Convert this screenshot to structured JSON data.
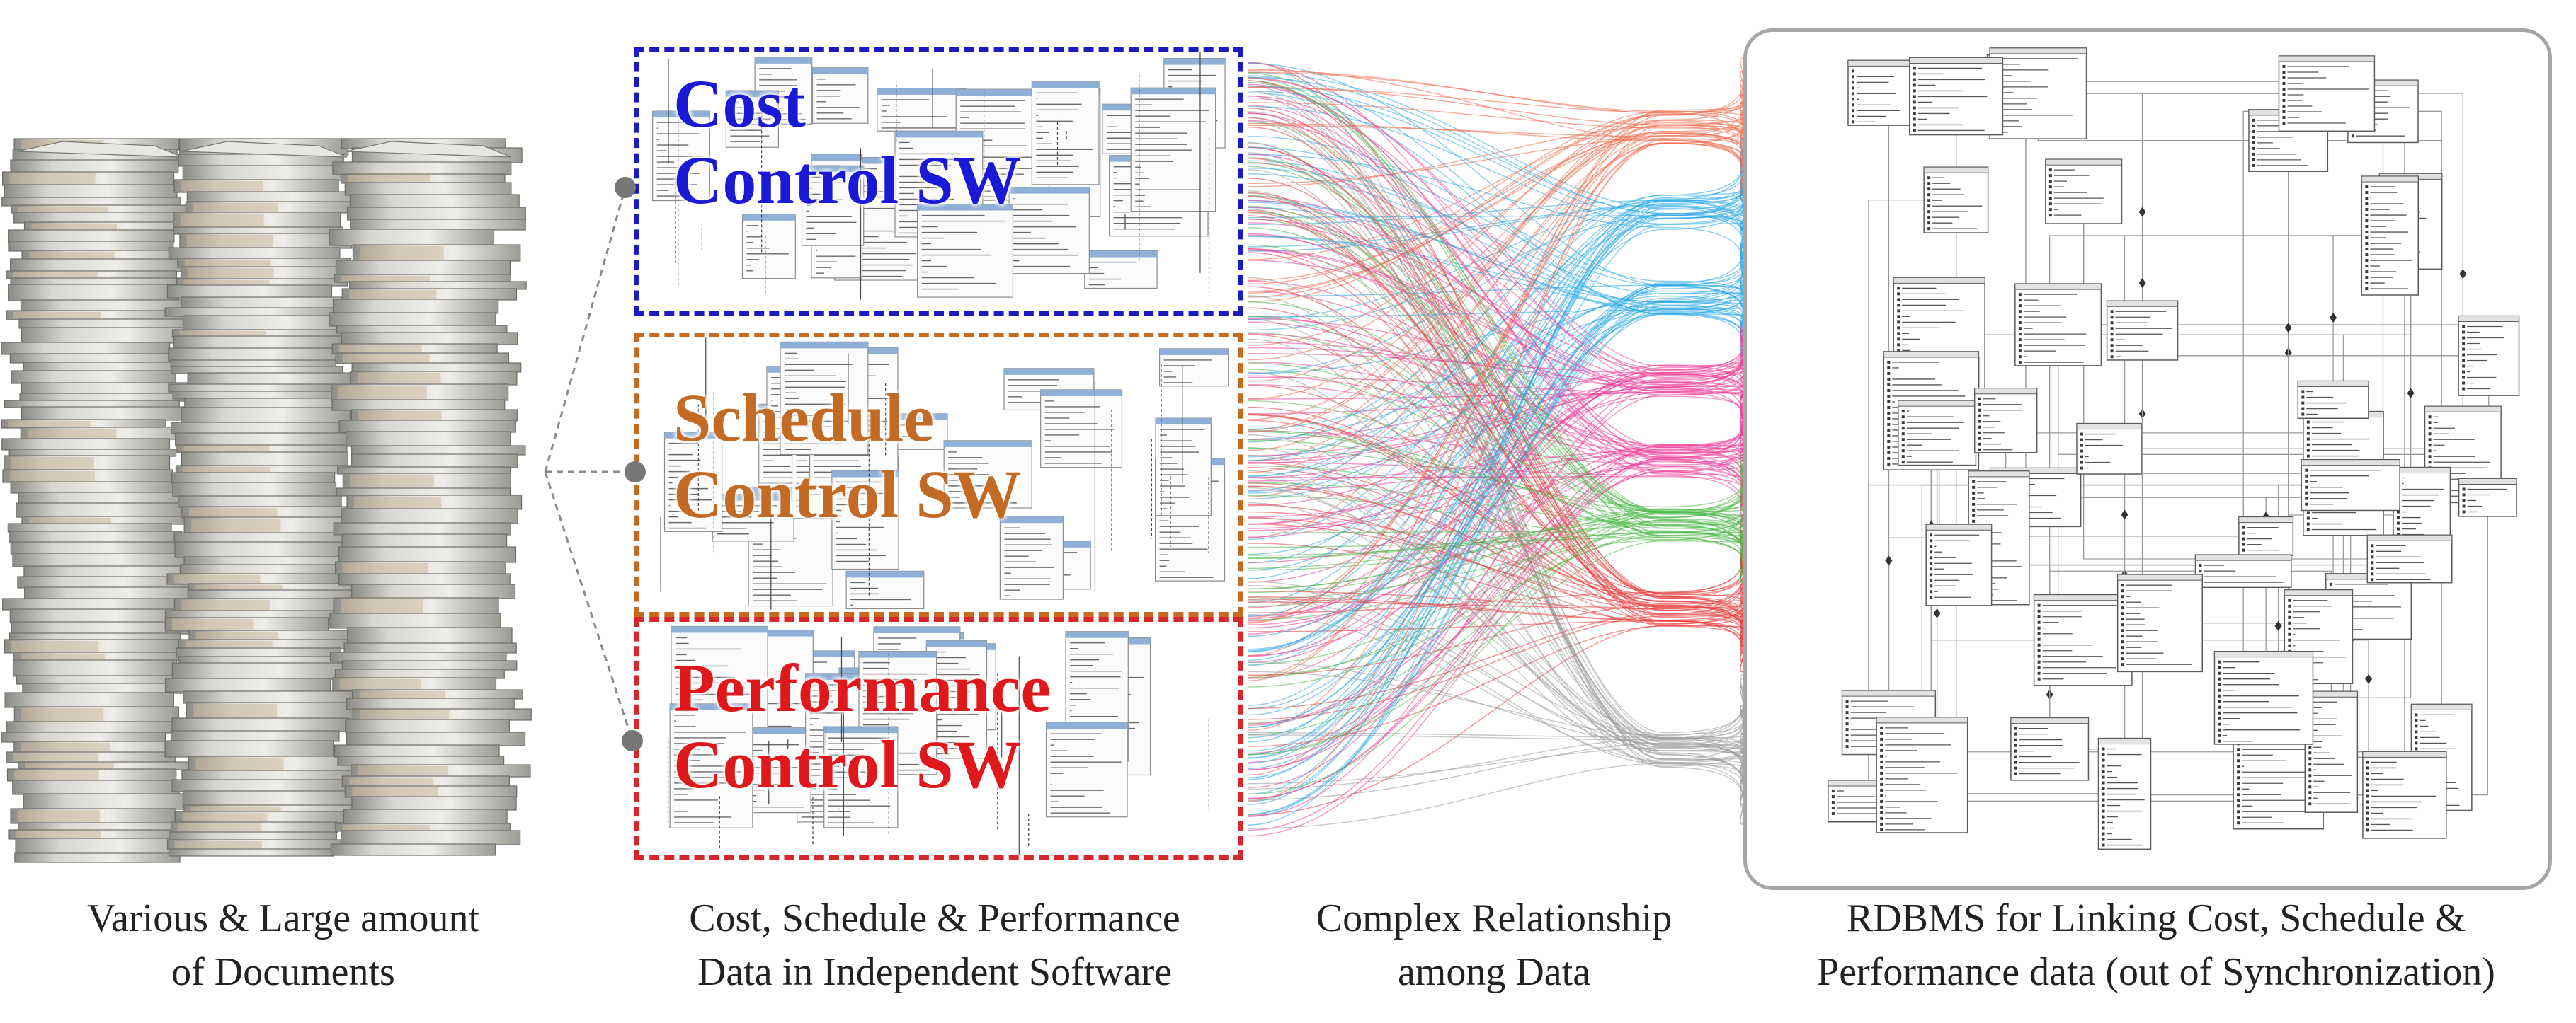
{
  "colors": {
    "cost": "#1a1ad6",
    "schedule": "#c36a25",
    "performance": "#e0181c",
    "frame": "#a6a6a6",
    "flow_palette": [
      "#e8202a",
      "#f06a4a",
      "#2aa8e6",
      "#ec3c98",
      "#4fb848",
      "#e83a3a",
      "#9a9a9a"
    ]
  },
  "icons": [
    "document-stack-icon",
    "document-stack-icon",
    "document-stack-icon",
    "connector-dot-icon"
  ],
  "software_boxes": {
    "cost": {
      "line1": "Cost",
      "line2": "Control SW"
    },
    "schedule": {
      "line1": "Schedule",
      "line2": "Control SW"
    },
    "performance": {
      "line1": "Performance",
      "line2": "Control SW"
    }
  },
  "captions": {
    "documents": {
      "line1": "Various & Large amount",
      "line2": "of Documents"
    },
    "software": {
      "line1": "Cost, Schedule & Performance",
      "line2": "Data in Independent Software"
    },
    "relationship": {
      "line1": "Complex Relationship",
      "line2": "among Data"
    },
    "rdbms": {
      "line1": "RDBMS for Linking Cost, Schedule &",
      "line2": "Performance data (out of Synchronization)"
    }
  }
}
